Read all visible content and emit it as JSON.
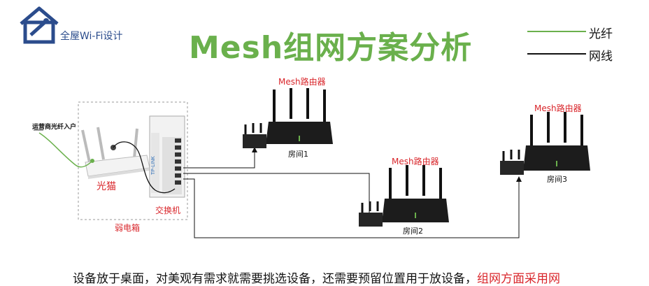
{
  "logo": {
    "text": "全屋Wi-Fi设计"
  },
  "title": "Mesh组网方案分析",
  "legend": [
    {
      "label": "光纤",
      "color": "#6ab04c"
    },
    {
      "label": "网线",
      "color": "#111111"
    }
  ],
  "labels": {
    "isp_fiber": "运营商光纤入户",
    "modem": "光猫",
    "switch": "交换机",
    "weak_box": "弱电箱"
  },
  "routers": [
    {
      "title": "Mesh路由器",
      "room": "房间1"
    },
    {
      "title": "Mesh路由器",
      "room": "房间2"
    },
    {
      "title": "Mesh路由器",
      "room": "房间3"
    }
  ],
  "device_brand": "TP-LINK",
  "bottom_text": {
    "normal": "设备放于桌面，对美观有需求就需要挑选设备，还需要预留位置用于放设备，",
    "highlight": "组网方面采用网"
  },
  "colors": {
    "fiber": "#6ab04c",
    "cable": "#111111",
    "accent_red": "#d9262b",
    "logo": "#2b4c8c"
  }
}
